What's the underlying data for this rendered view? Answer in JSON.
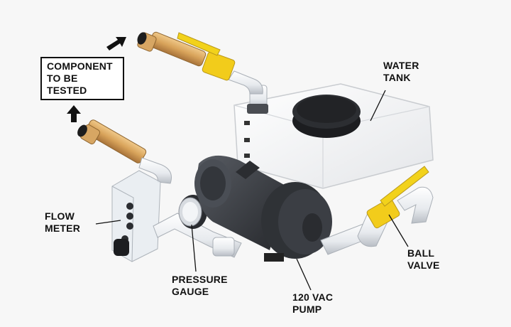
{
  "labels": {
    "component": "COMPONENT\nTO BE\nTESTED",
    "water_tank": "WATER\nTANK",
    "flow_meter": "FLOW\nMETER",
    "pressure_gauge": "PRESSURE\nGAUGE",
    "pump": "120 VAC\nPUMP",
    "ball_valve": "BALL\nVALVE"
  },
  "colors": {
    "background": "#f7f7f7",
    "tank": "#ffffff",
    "pump": "#3a3d42",
    "pipe": "#e9ecef",
    "brass": "#d9a760",
    "valve_handle": "#f2d21b",
    "text": "#111111"
  },
  "arrows": [
    "arrow-out-icon",
    "arrow-in-icon"
  ]
}
